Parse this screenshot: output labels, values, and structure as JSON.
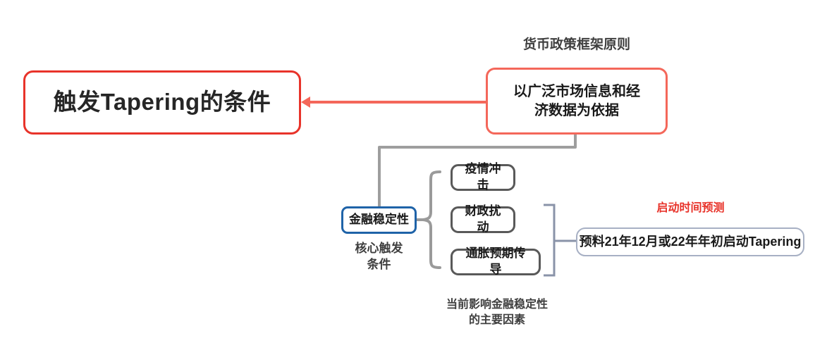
{
  "diagram": {
    "title": "触发Tapering的条件",
    "background": "#ffffff",
    "colors": {
      "root_border": "#E8332A",
      "principle_border": "#F4675A",
      "stability_border": "#1F63A8",
      "factor_border": "#595959",
      "forecast_border": "#A7B0C4",
      "connector_gray": "#9E9E9E",
      "connector_coral": "#F4675A",
      "connector_blue_gray": "#8A93A8",
      "accent_red_text": "#E8332A"
    },
    "root": {
      "label": "触发Tapering的条件"
    },
    "principle": {
      "caption": "货币政策框架原则",
      "label": "以广泛市场信息和经\n济数据为依据",
      "line1": "以广泛市场信息和经",
      "line2": "济数据为依据"
    },
    "stability": {
      "label": "金融稳定性",
      "caption_line1": "核心触发",
      "caption_line2": "条件"
    },
    "factors": {
      "caption_line1": "当前影响金融稳定性",
      "caption_line2": "的主要因素",
      "items": [
        {
          "label": "疫情冲击"
        },
        {
          "label": "财政扰动"
        },
        {
          "label": "通胀预期传导"
        }
      ]
    },
    "forecast": {
      "caption": "启动时间预测",
      "label": "预料21年12月或22年年初启动Tapering"
    }
  }
}
